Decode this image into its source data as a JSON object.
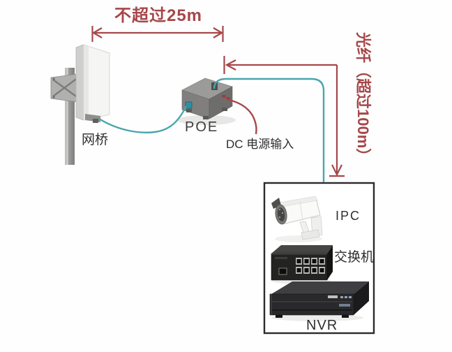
{
  "diagram": {
    "type": "network-topology",
    "labels": {
      "distance": "不超过25m",
      "fiber": "光纤（超过100m）",
      "bridge": "网桥",
      "poe": "POE",
      "dc_input": "DC 电源输入",
      "ipc": "IPC",
      "switch": "交换机",
      "nvr": "NVR"
    },
    "colors": {
      "annotation_red": "#a6474a",
      "cable_teal": "#4aa6ad",
      "text_ink": "#2e2e2e",
      "box_border": "#2b2b2b",
      "background": "#fefefe"
    }
  }
}
